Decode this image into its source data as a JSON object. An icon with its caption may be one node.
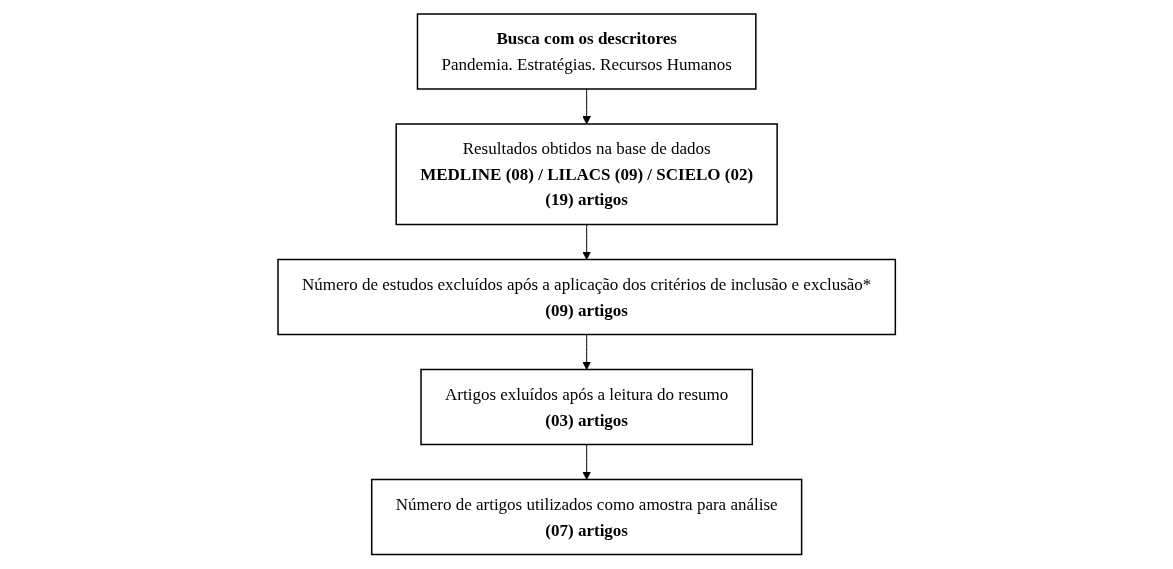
{
  "diagram": {
    "nodes": [
      {
        "text": [
          "**Busca com os descritores**",
          "Pandemia. Estratégias. Recursos Humanos"
        ]
      },
      {
        "text": [
          "Resultados obtidos na base de dados",
          "**MEDLINE (08) / LILACS (09) / SCIELO (02)**",
          "**(19) artigos**"
        ]
      },
      {
        "text": [
          "Número de estudos excluídos após a aplicação dos critérios de inclusão e exclusão*",
          "**(09) artigos**"
        ]
      },
      {
        "text": [
          "Artigos exluídos após a leitura do resumo",
          "**(03) artigos**"
        ]
      },
      {
        "text": [
          "Número de artigos utilizados como amostra para análise",
          "**(07) artigos**"
        ]
      }
    ],
    "edges": [
      {
        "from": 0,
        "to": 1,
        "arrow": "to"
      },
      {
        "from": 1,
        "to": 2,
        "arrow": "to"
      },
      {
        "from": 2,
        "to": 3,
        "arrow": "to"
      },
      {
        "from": 3,
        "to": 4,
        "arrow": "to"
      }
    ]
  }
}
